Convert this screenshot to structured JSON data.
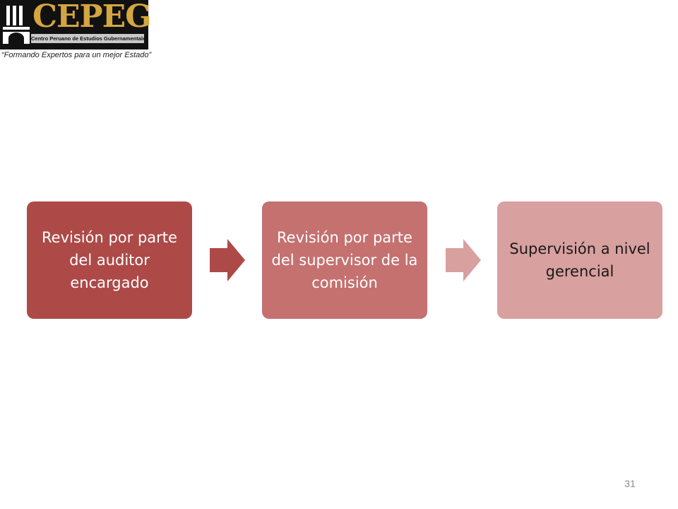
{
  "logo": {
    "wordmark": "CEPEG",
    "subtitle": "Centro Peruano de Estudios Gubernamentales",
    "tagline": "“Formando Expertos para un mejor Estado”",
    "icon": "columns-building-icon",
    "colors": {
      "background": "#111111",
      "gold": "#d4a63f",
      "band": "#c9c9c9"
    }
  },
  "flow": {
    "steps": [
      {
        "label": "Revisión por parte del auditor encargado",
        "color": "#ad4a48"
      },
      {
        "label": "Revisión por parte del supervisor de la comisión",
        "color": "#c47170"
      },
      {
        "label": "Supervisión a nivel gerencial",
        "color": "#d8a09f"
      }
    ],
    "arrows": [
      {
        "icon": "arrow-right-icon",
        "color": "#ad4a48"
      },
      {
        "icon": "arrow-right-icon",
        "color": "#d8a09f"
      }
    ]
  },
  "slide": {
    "number": "31"
  }
}
